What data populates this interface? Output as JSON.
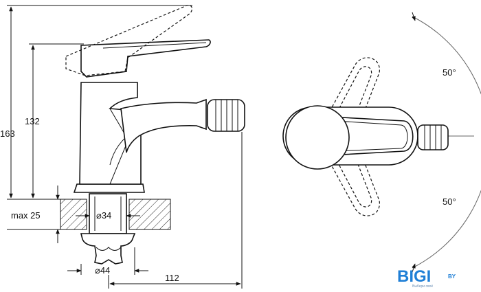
{
  "dimensions": {
    "total_height": "163",
    "spout_height": "132",
    "max_thickness": "max 25",
    "hole_diameter": "⌀34",
    "base_diameter": "⌀44",
    "reach": "112",
    "angle_top": "50°",
    "angle_bottom": "50°"
  },
  "logo": {
    "text": "BIGI",
    "suffix": "BY",
    "tagline": "Выбери своё"
  }
}
